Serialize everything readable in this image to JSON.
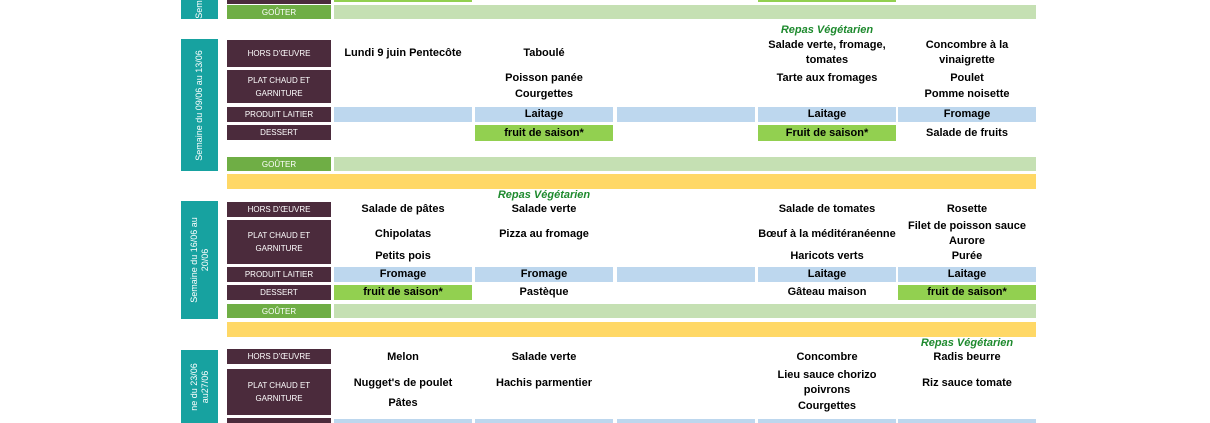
{
  "labels": {
    "hors_doeuvre": "HORS D'ŒUVRE",
    "plat_line1": "PLAT CHAUD ET",
    "plat_line2": "GARNITURE",
    "produit_laitier": "PRODUIT LAITIER",
    "dessert": "DESSERT",
    "gouter": "GOÛTER",
    "repas_vegetarien": "Repas Végétarien"
  },
  "colors": {
    "label_bg": "#4b2b3c",
    "week_bg": "#17a2a0",
    "gouter_bg": "#6fae45",
    "light_green": "#c5e0b3",
    "yellow": "#ffd866",
    "light_blue": "#bdd7ee",
    "bright_green": "#92d050",
    "vegetarian_text": "#1e8a2e"
  },
  "weeks": [
    {
      "label": "Sem"
    },
    {
      "label_l1": "Semaine du 09/06 au 13/06"
    },
    {
      "label_l1": "Semaine du 16/06 au",
      "label_l2": "20/06"
    },
    {
      "label_l1": "ne du 23/06",
      "label_l2": "au27/06"
    }
  ],
  "week2": {
    "hors": [
      "Lundi 9 juin Pentecôte",
      "Taboulé",
      "",
      "Salade verte, fromage, tomates",
      "Concombre à la vinaigrette"
    ],
    "plat": [
      "",
      "Poisson panée",
      "",
      "Tarte aux fromages",
      "Poulet"
    ],
    "garniture": [
      "",
      "Courgettes",
      "",
      "",
      "Pomme noisette"
    ],
    "laitier": [
      "",
      "Laitage",
      "",
      "Laitage",
      "Fromage"
    ],
    "dessert": [
      "",
      "fruit de saison*",
      "",
      "Fruit de saison*",
      "Salade de fruits"
    ]
  },
  "week3": {
    "hors": [
      "Salade de pâtes",
      "Salade verte",
      "",
      "Salade de tomates",
      "Rosette"
    ],
    "plat": [
      "Chipolatas",
      "Pizza au fromage",
      "",
      "Bœuf à la méditéranéenne",
      "Filet de poisson sauce Aurore"
    ],
    "garniture": [
      "Petits pois",
      "",
      "",
      "Haricots verts",
      "Purée"
    ],
    "laitier": [
      "Fromage",
      "Fromage",
      "",
      "Laitage",
      "Laitage"
    ],
    "dessert": [
      "fruit de saison*",
      "Pastèque",
      "",
      "Gâteau maison",
      "fruit de saison*"
    ]
  },
  "week4": {
    "hors": [
      "Melon",
      "Salade verte",
      "",
      "Concombre",
      "Radis beurre"
    ],
    "plat": [
      "Nugget's de poulet",
      "Hachis parmentier",
      "",
      "Lieu sauce chorizo poivrons",
      "Riz sauce tomate"
    ],
    "garniture": [
      "Pâtes",
      "",
      "",
      "Courgettes",
      ""
    ]
  }
}
